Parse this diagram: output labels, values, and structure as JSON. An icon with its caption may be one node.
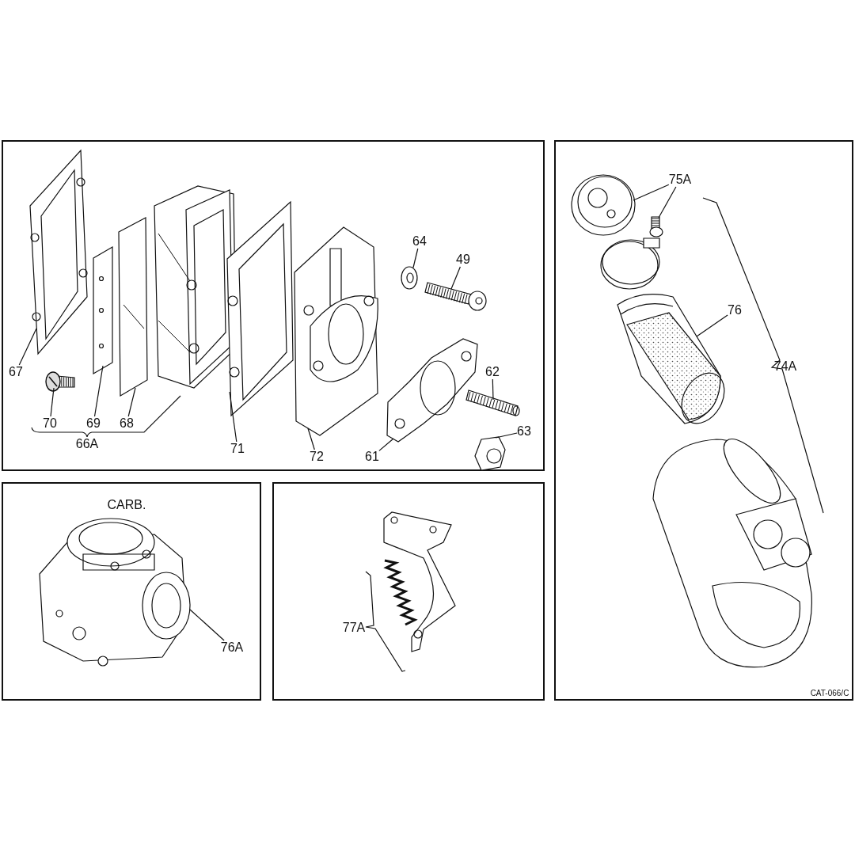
{
  "diagram": {
    "nodes": [
      {
        "text": [
          "64"
        ]
      },
      {
        "text": [
          "49"
        ]
      },
      {
        "text": [
          "67"
        ]
      },
      {
        "text": [
          "62"
        ]
      },
      {
        "text": [
          "63"
        ]
      },
      {
        "text": [
          "70"
        ]
      },
      {
        "text": [
          "69"
        ]
      },
      {
        "text": [
          "68"
        ]
      },
      {
        "text": [
          "71"
        ]
      },
      {
        "text": [
          "72"
        ]
      },
      {
        "text": [
          "61"
        ]
      },
      {
        "text": [
          "75A"
        ]
      },
      {
        "text": [
          "76"
        ]
      },
      {
        "text": [
          "76A"
        ]
      },
      {
        "text": [],
        "shape": "picture"
      },
      {
        "text": [],
        "shape": "picture"
      },
      {
        "text": [],
        "shape": "picture"
      },
      {
        "text": [],
        "shape": "picture"
      },
      {
        "text": [],
        "shape": "picture"
      },
      {
        "text": [],
        "shape": "picture"
      },
      {
        "text": [],
        "shape": "picture"
      },
      {
        "text": [],
        "shape": "picture"
      },
      {
        "text": [],
        "shape": "picture"
      },
      {
        "text": [],
        "shape": "picture"
      },
      {
        "text": [],
        "shape": "picture"
      },
      {
        "text": [],
        "shape": "picture"
      },
      {
        "text": [],
        "shape": "picture"
      },
      {
        "text": [],
        "shape": "picture"
      },
      {
        "text": [],
        "shape": "picture"
      }
    ],
    "edges": [
      {
        "from": 0,
        "to": 20,
        "arrow": "none"
      },
      {
        "from": 1,
        "to": 21,
        "arrow": "none"
      },
      {
        "from": 2,
        "to": 14,
        "arrow": "none"
      },
      {
        "from": 3,
        "to": 23,
        "arrow": "none"
      },
      {
        "from": 4,
        "to": 24,
        "arrow": "none"
      },
      {
        "from": 5,
        "to": 17,
        "arrow": "none"
      },
      {
        "from": 6,
        "to": 16,
        "arrow": "none"
      },
      {
        "from": 7,
        "to": 15,
        "arrow": "none"
      },
      {
        "from": 8,
        "to": 18,
        "arrow": "none"
      },
      {
        "from": 9,
        "to": 19,
        "arrow": "none"
      },
      {
        "from": 10,
        "to": 22,
        "arrow": "none"
      },
      {
        "from": 11,
        "to": 25,
        "arrow": "none"
      },
      {
        "from": 11,
        "to": 26,
        "arrow": "none"
      },
      {
        "from": 12,
        "to": 27,
        "arrow": "none"
      },
      {
        "from": 13,
        "to": 28,
        "arrow": "none"
      }
    ],
    "labels": [
      "66A",
      "CARB.",
      "77A",
      "74A",
      "CAT-066/C"
    ]
  }
}
